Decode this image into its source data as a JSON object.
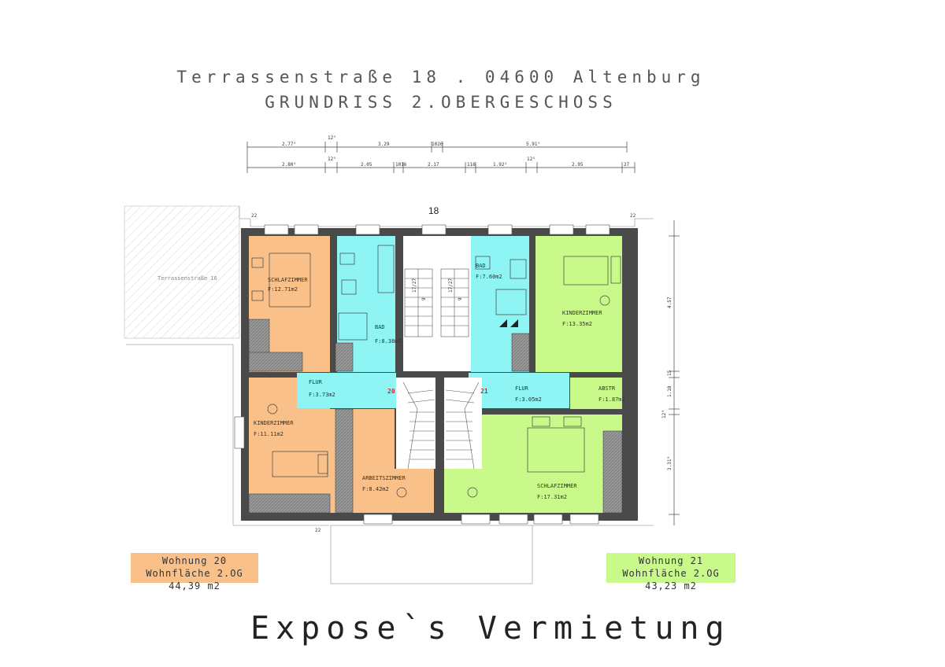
{
  "header": {
    "address": "Terrassenstraße 18 . 04600 Altenburg",
    "plan_title": "GRUNDRISS 2.OBERGESCHOSS"
  },
  "house_number": "18",
  "neighbor_label": "Terrassenstraße 16",
  "dimensions": {
    "top_row": [
      "2.77⁵",
      "12⁵",
      "3.29",
      "1026",
      "5.91⁵"
    ],
    "second_row": [
      "2.80⁵",
      "12⁵",
      "2.05",
      "1016",
      "2.17",
      "116",
      "1.92⁵",
      "12⁵",
      "2.95",
      "27"
    ],
    "right_side": [
      "4.57",
      "15",
      "1.10",
      "12⁵",
      "3.31⁵"
    ],
    "corner_marks": [
      "22",
      "22",
      "22"
    ]
  },
  "rooms": [
    {
      "name": "SCHLAFZIMMER",
      "area": "F:12.71m2"
    },
    {
      "name": "BAD",
      "area": "F:8.38m2"
    },
    {
      "name": "BAD",
      "area": "F:7.60m2"
    },
    {
      "name": "KINDERZIMMER",
      "area": "F:13.35m2"
    },
    {
      "name": "FLUR",
      "area": "F:3.73m2"
    },
    {
      "name": "FLUR",
      "area": "F:3.05m2"
    },
    {
      "name": "ABSTR",
      "area": "F:1.87m2"
    },
    {
      "name": "KINDERZIMMER",
      "area": "F:11.11m2"
    },
    {
      "name": "ARBEITSZIMMER",
      "area": "F:8.42m2"
    },
    {
      "name": "SCHLAFZIMMER",
      "area": "F:17.31m2"
    }
  ],
  "unit_numbers": [
    "20",
    "21"
  ],
  "stair_labels": [
    "17/27",
    "9",
    "17/27",
    "9"
  ],
  "units": [
    {
      "line1": "Wohnung 20",
      "line2": "Wohnfläche 2.OG  44,39 m2"
    },
    {
      "line1": "Wohnung 21",
      "line2": "Wohnfläche 2.OG  43,23 m2"
    }
  ],
  "footer": "Expose`s Vermietung",
  "colors": {
    "unit20": "#f9c089",
    "unit21": "#c8f98a",
    "bath": "#8ef4f4",
    "wall": "#555555"
  }
}
